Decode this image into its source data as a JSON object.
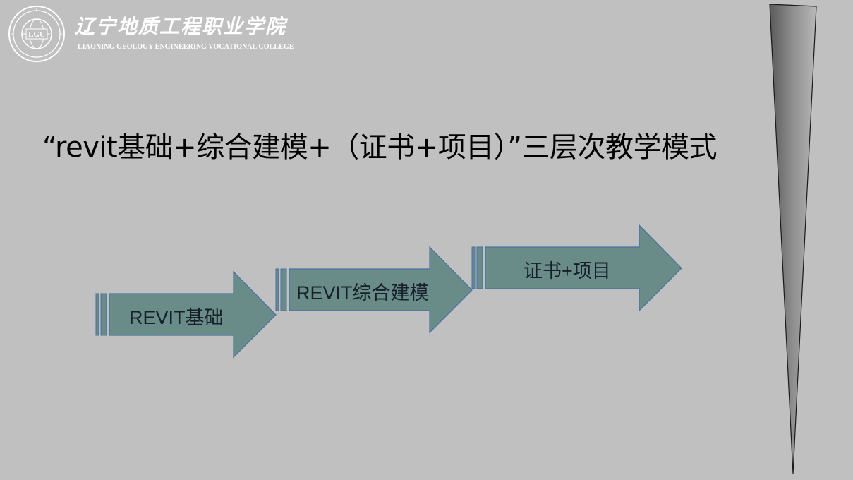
{
  "logo": {
    "name_cn": "辽宁地质工程职业学院",
    "name_en": "LIAONING GEOLOGY ENGINEERING VOCATIONAL COLLEGE",
    "seal_text": "LGC"
  },
  "title": "“revit基础+综合建模+（证书+项目）”三层次教学模式",
  "steps": [
    {
      "label": "REVIT基础"
    },
    {
      "label": "REVIT综合建模"
    },
    {
      "label": "证书+项目"
    }
  ],
  "colors": {
    "background": "#c0c0c0",
    "arrow_fill": "#6a8c89",
    "arrow_stroke": "#4a6fa5",
    "spike_dark": "#5c5c5c",
    "spike_light": "#a8a8a8"
  }
}
